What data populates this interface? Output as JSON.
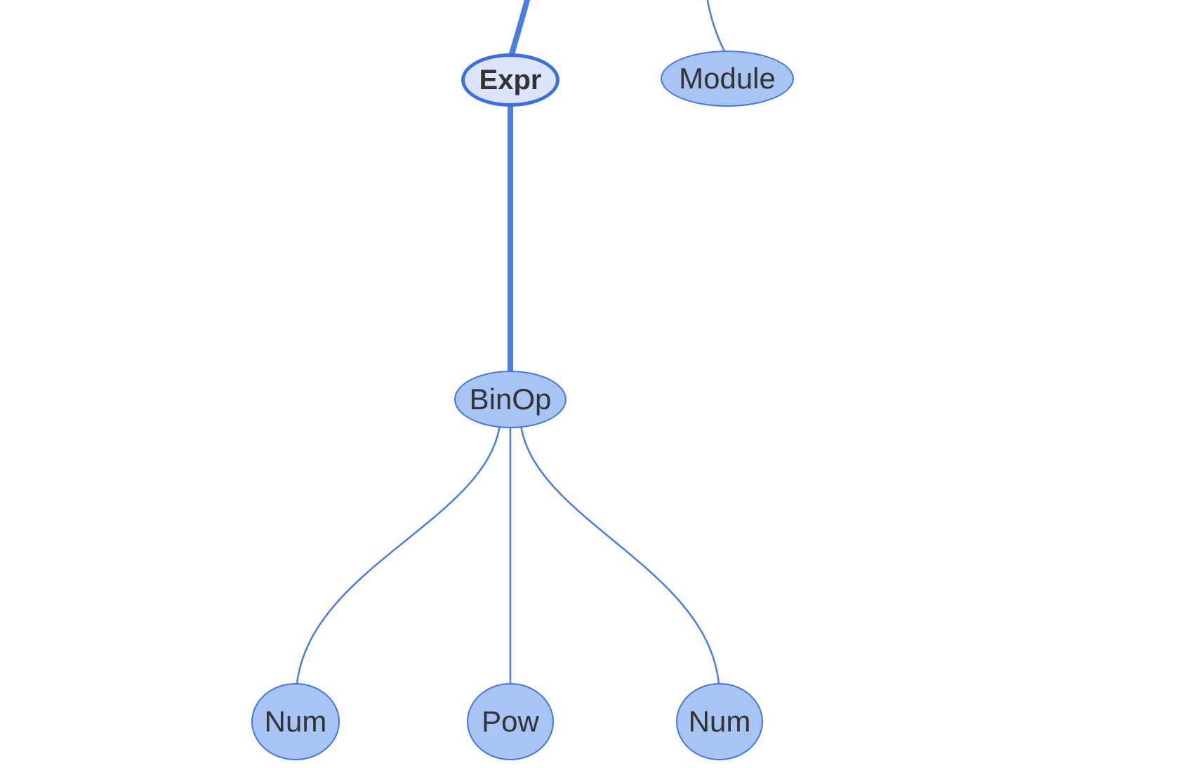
{
  "diagram": {
    "kind": "ast-tree",
    "nodes": [
      {
        "id": "expr",
        "label": "Expr",
        "selected": true
      },
      {
        "id": "module",
        "label": "Module",
        "selected": false
      },
      {
        "id": "binop",
        "label": "BinOp",
        "selected": false
      },
      {
        "id": "num-left",
        "label": "Num",
        "selected": false
      },
      {
        "id": "pow",
        "label": "Pow",
        "selected": false
      },
      {
        "id": "num-right",
        "label": "Num",
        "selected": false
      }
    ],
    "edges": [
      {
        "from": "offscreen-top",
        "to": "expr",
        "emphasized": true
      },
      {
        "from": "offscreen-top",
        "to": "module",
        "emphasized": false
      },
      {
        "from": "expr",
        "to": "binop",
        "emphasized": true
      },
      {
        "from": "binop",
        "to": "num-left",
        "emphasized": false
      },
      {
        "from": "binop",
        "to": "pow",
        "emphasized": false
      },
      {
        "from": "binop",
        "to": "num-right",
        "emphasized": false
      }
    ]
  },
  "colors": {
    "edge": "#4a7de0",
    "node_fill": "#a7c4f5",
    "node_border": "#4377dd",
    "selected_fill": "#dbe4fa",
    "selected_border": "#3b6fe0",
    "text": "#333333"
  }
}
